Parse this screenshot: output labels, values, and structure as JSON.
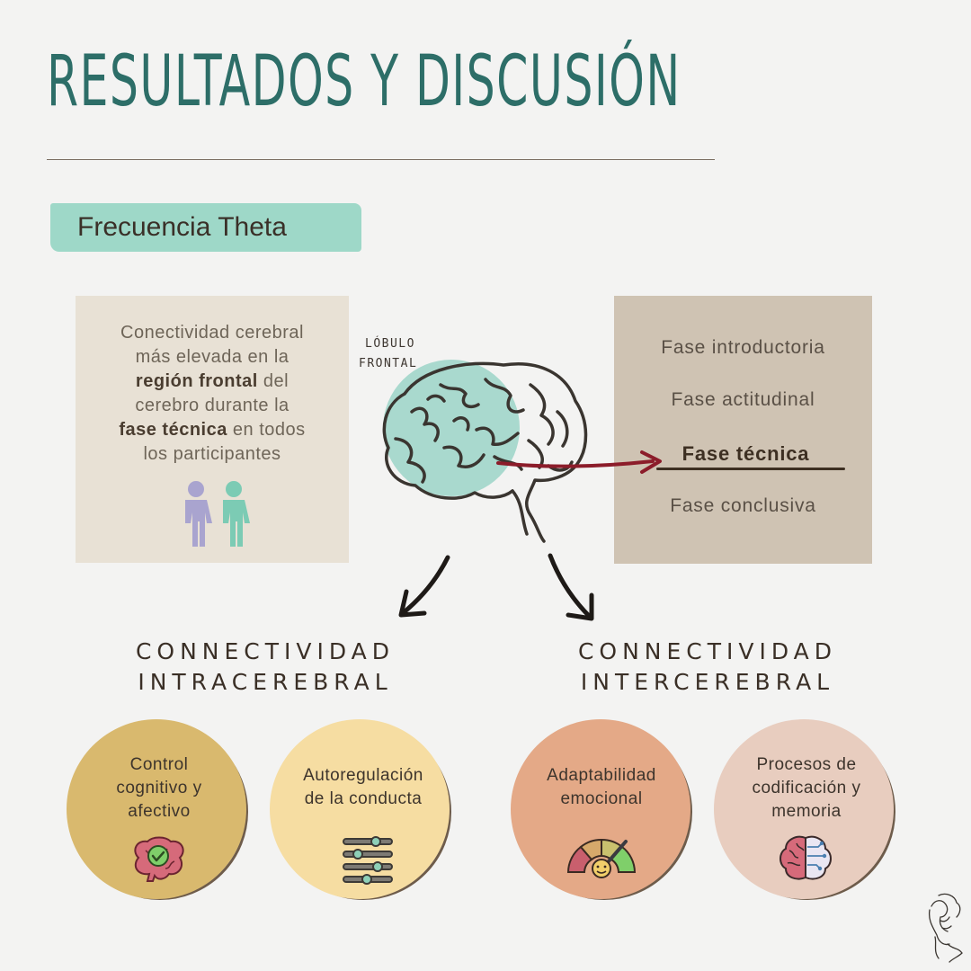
{
  "title": "RESULTADOS Y DISCUSIÓN",
  "badge": "Frecuencia Theta",
  "left_box": {
    "line1": "Conectividad cerebral",
    "line2": "más elevada en la",
    "line3_bold": "región frontal",
    "line3_rest": " del",
    "line4": "cerebro durante la",
    "line5_bold": "fase técnica",
    "line5_rest": " en todos",
    "line6": "los participantes"
  },
  "lobule": {
    "line1": "LÓBULO",
    "line2": "FRONTAL"
  },
  "phases": [
    "Fase introductoria",
    "Fase actitudinal",
    "Fase técnica",
    "Fase conclusiva"
  ],
  "headings": {
    "intra": {
      "line1": "CONNECTIVIDAD",
      "line2": "INTRACEREBRAL"
    },
    "inter": {
      "line1": "CONNECTIVIDAD",
      "line2": "INTERCEREBRAL"
    }
  },
  "circles": [
    {
      "label_lines": [
        "Control",
        "cognitivo y",
        "afectivo"
      ],
      "icon": "brain-check-icon",
      "color": "#d9b96e"
    },
    {
      "label_lines": [
        "Autoregulación",
        "de la conducta"
      ],
      "icon": "sliders-icon",
      "color": "#f6dda2"
    },
    {
      "label_lines": [
        "Adaptabilidad",
        "emocional"
      ],
      "icon": "mood-gauge-icon",
      "color": "#e4a987"
    },
    {
      "label_lines": [
        "Procesos de",
        "codificación y",
        "memoria"
      ],
      "icon": "brain-circuit-icon",
      "color": "#e8cdbf"
    }
  ],
  "colors": {
    "title": "#2d6e68",
    "accent": "#9ed8c8",
    "arrow": "#8c1c2a"
  }
}
